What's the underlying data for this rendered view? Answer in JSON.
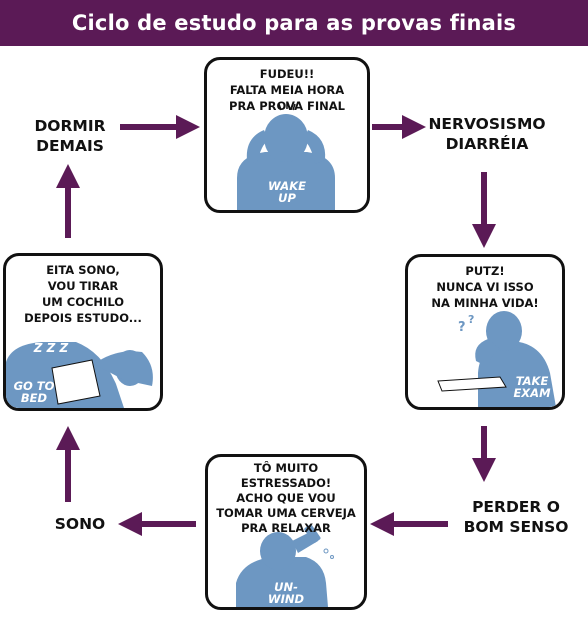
{
  "title": "Ciclo de estudo para as provas finais",
  "colors": {
    "accent": "#5b1a56",
    "figure": "#6d97c2",
    "text": "#111111"
  },
  "panels": {
    "wake": {
      "lines": [
        "FUDEU!!",
        "FALTA MEIA HORA",
        "PRA PROVA FINAL"
      ],
      "tag": [
        "WAKE",
        "UP"
      ]
    },
    "exam": {
      "lines": [
        "PUTZ!",
        "NUNCA VI ISSO",
        "NA MINHA VIDA!"
      ],
      "tag": [
        "TAKE",
        "EXAM"
      ]
    },
    "unwind": {
      "lines": [
        "TÔ MUITO",
        "ESTRESSADO!",
        "ACHO QUE VOU",
        "TOMAR UMA CERVEJA",
        "PRA RELAXAR"
      ],
      "tag": [
        "UN-",
        "WIND"
      ]
    },
    "bed": {
      "lines": [
        "EITA SONO,",
        "VOU TIRAR",
        "UM COCHILO",
        "DEPOIS ESTUDO..."
      ],
      "tag": [
        "GO TO",
        "BED"
      ],
      "snore": "Z Z Z"
    }
  },
  "labels": {
    "dormir": [
      "DORMIR",
      "DEMAIS"
    ],
    "nervosismo": [
      "NERVOSISMO",
      "DIARRÉIA"
    ],
    "perder": [
      "PERDER O",
      "BOM SENSO"
    ],
    "sono": "SONO"
  }
}
